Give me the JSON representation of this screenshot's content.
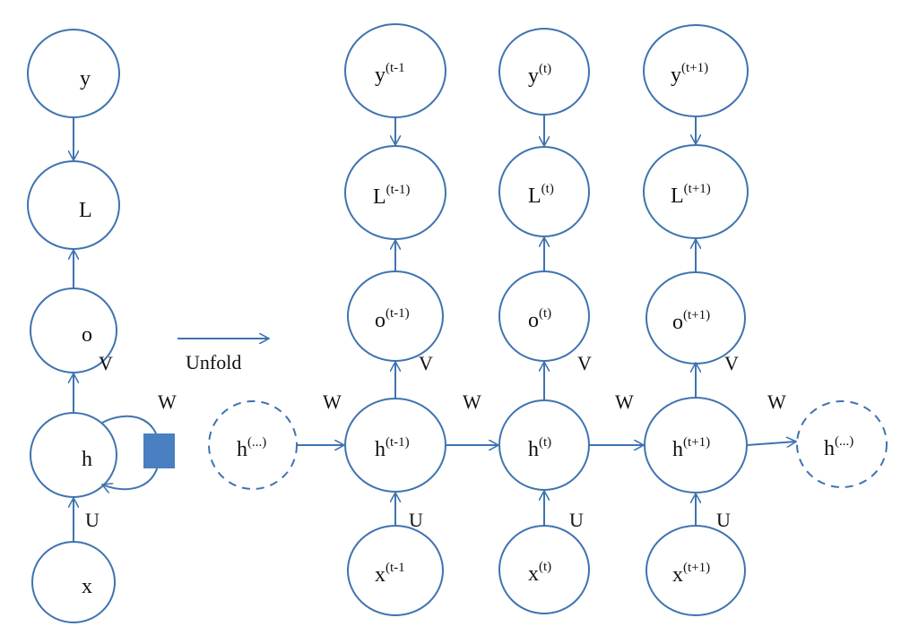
{
  "colors": {
    "stroke": "#3f73b0",
    "square_fill": "#4a7fc1",
    "text": "#111111"
  },
  "unfold_label": "Unfold",
  "folded": {
    "y": "y",
    "L": "L",
    "o": "o",
    "h": "h",
    "x": "x",
    "V": "V",
    "W": "W",
    "U": "U"
  },
  "unfolded": {
    "h_prev": {
      "base": "h",
      "sup": "(...)"
    },
    "h_next": {
      "base": "h",
      "sup": "(...)"
    },
    "columns": [
      {
        "y": {
          "base": "y",
          "sup": "(t-1"
        },
        "L": {
          "base": "L",
          "sup": "(t-1)"
        },
        "o": {
          "base": "o",
          "sup": "(t-1)"
        },
        "h": {
          "base": "h",
          "sup": "(t-1)"
        },
        "x": {
          "base": "x",
          "sup": "(t-1"
        },
        "V": "V",
        "U": "U"
      },
      {
        "y": {
          "base": "y",
          "sup": "(t)"
        },
        "L": {
          "base": "L",
          "sup": "(t)"
        },
        "o": {
          "base": "o",
          "sup": "(t)"
        },
        "h": {
          "base": "h",
          "sup": "(t)"
        },
        "x": {
          "base": "x",
          "sup": "(t)"
        },
        "V": "V",
        "U": "U"
      },
      {
        "y": {
          "base": "y",
          "sup": "(t+1)"
        },
        "L": {
          "base": "L",
          "sup": "(t+1)"
        },
        "o": {
          "base": "o",
          "sup": "(t+1)"
        },
        "h": {
          "base": "h",
          "sup": "(t+1)"
        },
        "x": {
          "base": "x",
          "sup": "(t+1)"
        },
        "V": "V",
        "U": "U"
      }
    ],
    "w_labels": [
      "W",
      "W",
      "W",
      "W"
    ]
  }
}
